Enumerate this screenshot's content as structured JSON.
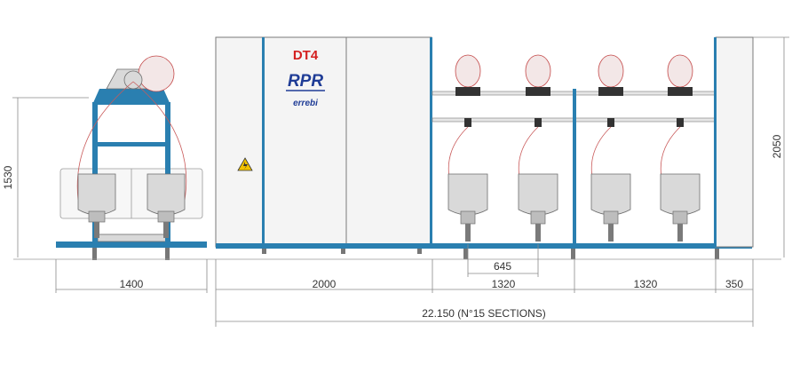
{
  "machine": {
    "model": "DT4",
    "brand": "RPR",
    "sub_brand": "errebi"
  },
  "dimensions": {
    "left_height": "1530",
    "right_height": "2050",
    "spindle_pitch": "645",
    "width_left_unit": "1400",
    "width_cabinet": "2000",
    "width_section_1": "1320",
    "width_section_2": "1320",
    "width_end": "350",
    "total_length": "22.150 (N°15 SECTIONS)"
  },
  "colors": {
    "frame_blue": "#2a7fb0",
    "machine_grey": "#d9d9d9",
    "panel": "#f4f4f4",
    "bobbin_red": "#c44848",
    "brand_red": "#d42020",
    "brand_blue": "#1f3c96",
    "warning_yellow": "#f2c200"
  },
  "icons": {
    "warning": "high-voltage-warning-icon"
  }
}
